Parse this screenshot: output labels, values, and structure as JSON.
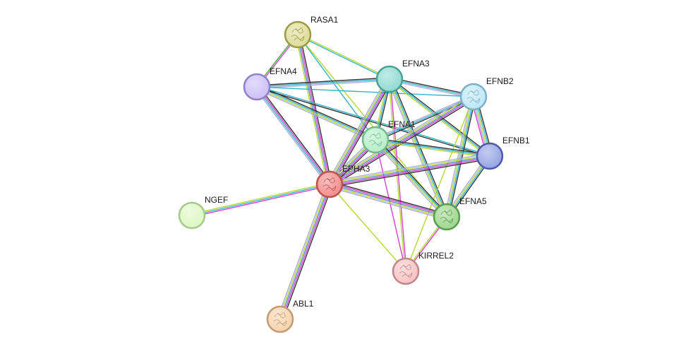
{
  "network": {
    "nodes": [
      {
        "id": "RASA1",
        "label": "RASA1",
        "fill": "#dddc96",
        "stroke": "#9a9a48",
        "structure": true
      },
      {
        "id": "EFNA3",
        "label": "EFNA3",
        "fill": "#8fdbd2",
        "stroke": "#4a9f96",
        "structure": false
      },
      {
        "id": "EFNA4",
        "label": "EFNA4",
        "fill": "#cdbff6",
        "stroke": "#8f80c8",
        "structure": false
      },
      {
        "id": "EFNB2",
        "label": "EFNB2",
        "fill": "#bde7f6",
        "stroke": "#7ab0c8",
        "structure": true
      },
      {
        "id": "EFNA1",
        "label": "EFNA1",
        "fill": "#b5efc9",
        "stroke": "#72ba8d",
        "structure": true
      },
      {
        "id": "EFNB1",
        "label": "EFNB1",
        "fill": "#96a3e4",
        "stroke": "#4c5aaa",
        "structure": false
      },
      {
        "id": "EPHA3",
        "label": "EPHA3",
        "fill": "#f28c8c",
        "stroke": "#c0504d",
        "structure": true
      },
      {
        "id": "NGEF",
        "label": "NGEF",
        "fill": "#ddf7c3",
        "stroke": "#a6c88a",
        "structure": false
      },
      {
        "id": "EFNA5",
        "label": "EFNA5",
        "fill": "#9ed68f",
        "stroke": "#5a9e4c",
        "structure": true
      },
      {
        "id": "KIRREL2",
        "label": "KIRREL2",
        "fill": "#f6c3c3",
        "stroke": "#c08787",
        "structure": true
      },
      {
        "id": "ABL1",
        "label": "ABL1",
        "fill": "#f6d3ac",
        "stroke": "#c39a72",
        "structure": true
      }
    ],
    "edges": [
      {
        "source": "RASA1",
        "target": "EFNA4",
        "evidence": [
          "#d43fd4",
          "#32b432"
        ]
      },
      {
        "source": "RASA1",
        "target": "EPHA3",
        "evidence": [
          "#333333",
          "#d43fd4",
          "#5e87c8",
          "#b4d832"
        ]
      },
      {
        "source": "RASA1",
        "target": "EFNA3",
        "evidence": [
          "#b4d832",
          "#30b4cc"
        ]
      },
      {
        "source": "RASA1",
        "target": "EFNA1",
        "evidence": [
          "#30b4cc"
        ]
      },
      {
        "source": "RASA1",
        "target": "EFNA5",
        "evidence": [
          "#b4d832"
        ]
      },
      {
        "source": "EFNA4",
        "target": "EFNA3",
        "evidence": [
          "#333333",
          "#30b4cc",
          "#a9a9e0"
        ]
      },
      {
        "source": "EFNA4",
        "target": "EPHA3",
        "evidence": [
          "#333333",
          "#d43fd4",
          "#30b4cc",
          "#a9a9e0"
        ]
      },
      {
        "source": "EFNA4",
        "target": "EFNA1",
        "evidence": [
          "#333333",
          "#30b4cc",
          "#b4d832",
          "#a9a9e0"
        ]
      },
      {
        "source": "EFNA4",
        "target": "EFNB2",
        "evidence": [
          "#30b4cc"
        ]
      },
      {
        "source": "EFNA4",
        "target": "EFNB1",
        "evidence": [
          "#30b4cc",
          "#333333"
        ]
      },
      {
        "source": "EFNA3",
        "target": "EFNB2",
        "evidence": [
          "#333333",
          "#30b4cc",
          "#a9a9e0"
        ]
      },
      {
        "source": "EFNA3",
        "target": "EFNA1",
        "evidence": [
          "#333333",
          "#30b4cc",
          "#b4d832"
        ]
      },
      {
        "source": "EFNA3",
        "target": "EFNB1",
        "evidence": [
          "#333333",
          "#30b4cc",
          "#b4d832"
        ]
      },
      {
        "source": "EFNA3",
        "target": "EPHA3",
        "evidence": [
          "#333333",
          "#d43fd4",
          "#5e87c8",
          "#b4d832",
          "#a9a9e0"
        ]
      },
      {
        "source": "EFNA3",
        "target": "EFNA5",
        "evidence": [
          "#333333",
          "#30b4cc",
          "#b4d832",
          "#a9a9e0"
        ]
      },
      {
        "source": "EFNA3",
        "target": "KIRREL2",
        "evidence": [
          "#d43fd4",
          "#b4d832"
        ]
      },
      {
        "source": "EFNB2",
        "target": "EFNA1",
        "evidence": [
          "#333333",
          "#30b4cc",
          "#a9a9e0"
        ]
      },
      {
        "source": "EFNB2",
        "target": "EFNB1",
        "evidence": [
          "#333333",
          "#30b4cc",
          "#b4d832",
          "#a9a9e0",
          "#d43fd4"
        ]
      },
      {
        "source": "EFNB2",
        "target": "EPHA3",
        "evidence": [
          "#333333",
          "#d43fd4",
          "#5e87c8",
          "#b4d832",
          "#a9a9e0"
        ]
      },
      {
        "source": "EFNB2",
        "target": "EFNA5",
        "evidence": [
          "#333333",
          "#30b4cc",
          "#b4d832",
          "#a9a9e0"
        ]
      },
      {
        "source": "EFNB2",
        "target": "KIRREL2",
        "evidence": [
          "#b4d832"
        ]
      },
      {
        "source": "EFNA1",
        "target": "EFNB1",
        "evidence": [
          "#333333",
          "#30b4cc",
          "#b4d832"
        ]
      },
      {
        "source": "EFNA1",
        "target": "EPHA3",
        "evidence": [
          "#333333",
          "#d43fd4",
          "#5e87c8",
          "#b4d832",
          "#a9a9e0"
        ]
      },
      {
        "source": "EFNA1",
        "target": "EFNA5",
        "evidence": [
          "#333333",
          "#30b4cc",
          "#b4d832",
          "#a9a9e0"
        ]
      },
      {
        "source": "EFNA1",
        "target": "KIRREL2",
        "evidence": [
          "#d43fd4"
        ]
      },
      {
        "source": "EFNB1",
        "target": "EPHA3",
        "evidence": [
          "#333333",
          "#d43fd4",
          "#5e87c8",
          "#b4d832",
          "#a9a9e0"
        ]
      },
      {
        "source": "EFNB1",
        "target": "EFNA5",
        "evidence": [
          "#333333",
          "#30b4cc",
          "#b4d832",
          "#a9a9e0"
        ]
      },
      {
        "source": "EPHA3",
        "target": "NGEF",
        "evidence": [
          "#d43fd4",
          "#30b4cc",
          "#b4d832"
        ]
      },
      {
        "source": "EPHA3",
        "target": "EFNA5",
        "evidence": [
          "#333333",
          "#d43fd4",
          "#5e87c8",
          "#b4d832",
          "#a9a9e0"
        ]
      },
      {
        "source": "EPHA3",
        "target": "KIRREL2",
        "evidence": [
          "#b4d832"
        ]
      },
      {
        "source": "EPHA3",
        "target": "ABL1",
        "evidence": [
          "#333333",
          "#d43fd4",
          "#5e87c8",
          "#b4d832",
          "#a9a9e0"
        ]
      },
      {
        "source": "EFNA5",
        "target": "KIRREL2",
        "evidence": [
          "#d43fd4",
          "#b4d832"
        ]
      }
    ]
  }
}
